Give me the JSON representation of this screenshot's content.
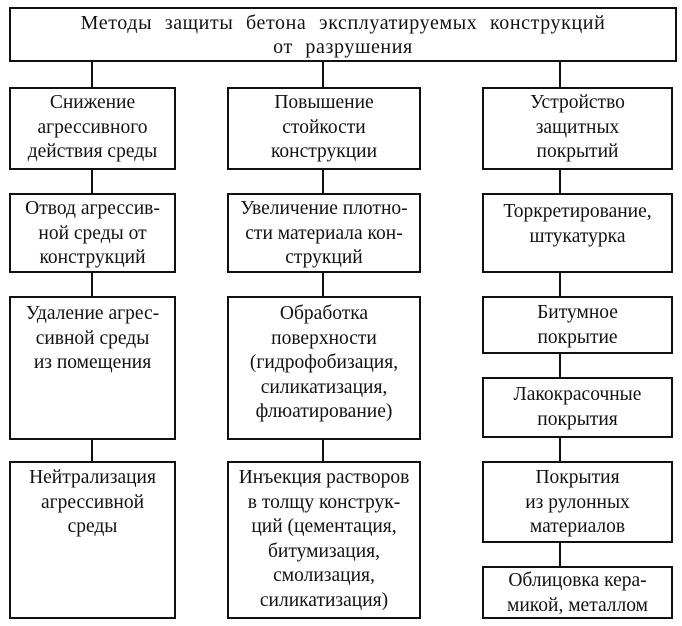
{
  "title": "Методы защиты бетона эксплуатируемых конструкций\nот разрушения",
  "columns": [
    {
      "header": "Снижение\nагрессивного\nдействия среды",
      "items": [
        "Отвод агрессив-\nной среды от\nконструкций",
        "Удаление агрес-\nсивной среды\nиз помещения",
        "Нейтрализация\nагрессивной\nсреды"
      ]
    },
    {
      "header": "Повышение\nстойкости\nконструкции",
      "items": [
        "Увеличение плотно-\nсти материала кон-\nструкций",
        "Обработка\nповерхности\n(гидрофобизация,\nсиликатизация,\nфлюатирование)",
        "Инъекция растворов\nв толщу конструк-\nций (цементация,\nбитумизация,\nсмолизация,\nсиликатизация)"
      ]
    },
    {
      "header": "Устройство\nзащитных\nпокрытий",
      "items": [
        "Торкретирование,\nштукатурка",
        "Битумное\nпокрытие",
        "Лакокрасочные\nпокрытия",
        "Покрытия\nиз рулонных\nматериалов",
        "Облицовка кера-\nмикой, металлом"
      ]
    }
  ]
}
